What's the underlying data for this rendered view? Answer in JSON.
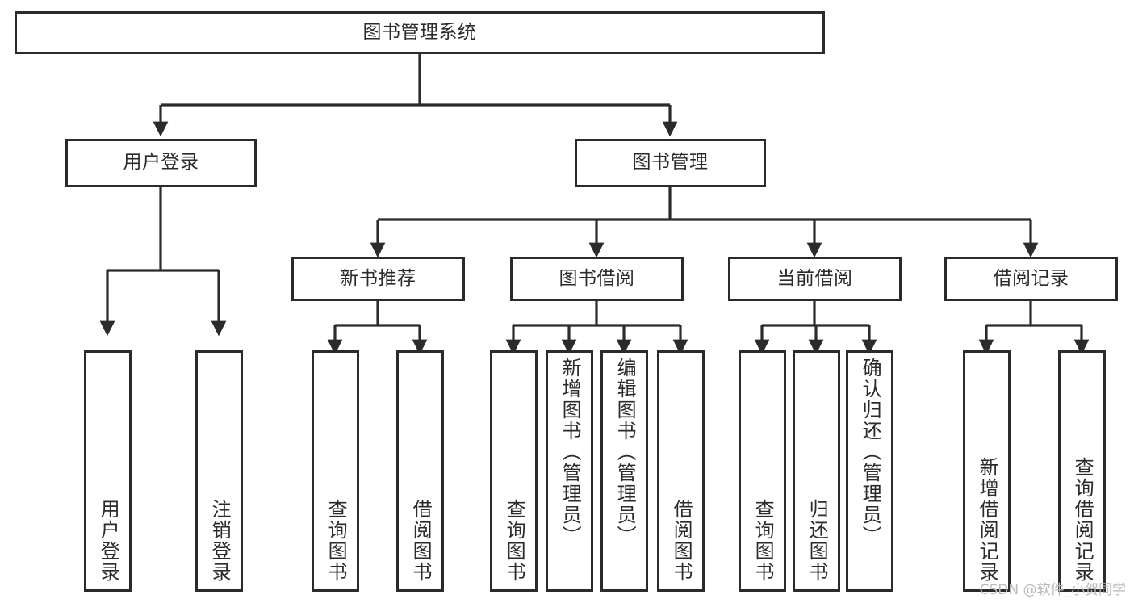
{
  "diagram": {
    "title": "图书管理系统",
    "watermark": "CSDN @软件_小贺同学",
    "colors": {
      "stroke": "#2b2b2b",
      "background": "#ffffff",
      "watermark": "#b9b9b9"
    },
    "nodes": {
      "root": {
        "label": "图书管理系统"
      },
      "level2": [
        {
          "id": "user-login",
          "label": "用户登录"
        },
        {
          "id": "book-management",
          "label": "图书管理"
        }
      ],
      "level3": [
        {
          "id": "new-book-recommend",
          "label": "新书推荐"
        },
        {
          "id": "book-borrow",
          "label": "图书借阅"
        },
        {
          "id": "current-borrow",
          "label": "当前借阅"
        },
        {
          "id": "borrow-record",
          "label": "借阅记录"
        }
      ],
      "leaves": {
        "user_login": [
          {
            "id": "leaf-user-login",
            "label": "用户登录"
          },
          {
            "id": "leaf-logout-login",
            "label": "注销登录"
          }
        ],
        "new_book_recommend": [
          {
            "id": "leaf-query-book-1",
            "label": "查询图书"
          },
          {
            "id": "leaf-borrow-book-1",
            "label": "借阅图书"
          }
        ],
        "book_borrow": [
          {
            "id": "leaf-query-book-2",
            "label": "查询图书"
          },
          {
            "id": "leaf-add-book",
            "label": "新增图书（管理员）"
          },
          {
            "id": "leaf-edit-book",
            "label": "编辑图书（管理员）"
          },
          {
            "id": "leaf-borrow-book-2",
            "label": "借阅图书"
          }
        ],
        "current_borrow": [
          {
            "id": "leaf-query-book-3",
            "label": "查询图书"
          },
          {
            "id": "leaf-return-book",
            "label": "归还图书"
          },
          {
            "id": "leaf-confirm-return",
            "label": "确认归还（管理员）"
          }
        ],
        "borrow_record": [
          {
            "id": "leaf-add-record",
            "label": "新增借阅记录"
          },
          {
            "id": "leaf-query-record",
            "label": "查询借阅记录"
          }
        ]
      }
    }
  }
}
